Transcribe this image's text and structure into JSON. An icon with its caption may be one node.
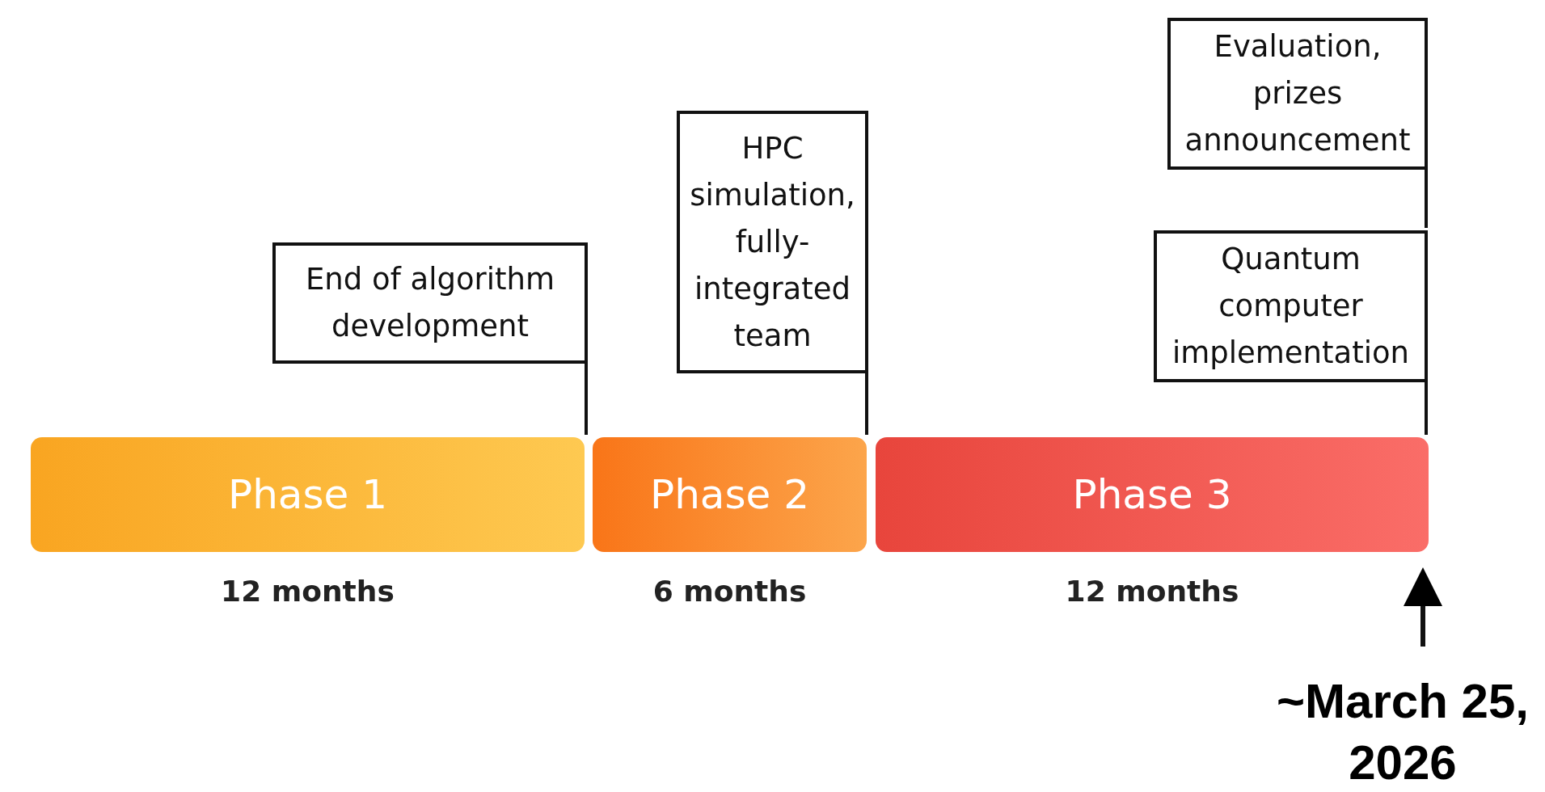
{
  "diagram": {
    "nodes": [
      {
        "text": [
          "Phase 1"
        ],
        "beside": [
          "12 months"
        ]
      },
      {
        "text": [
          "Phase 2"
        ],
        "beside": [
          "6 months"
        ]
      },
      {
        "text": [
          "Phase 3"
        ],
        "beside": [
          "12 months"
        ]
      },
      {
        "text": [
          "End of algorithm development"
        ]
      },
      {
        "text": [
          "HPC simulation, fully-integrated team"
        ]
      },
      {
        "text": [
          "Evaluation, prizes announcement"
        ]
      },
      {
        "text": [
          "Quantum computer implementation"
        ]
      },
      {
        "text": [
          "~March 25, 2026"
        ]
      }
    ],
    "edges": [
      {
        "from": 3,
        "to": 0,
        "arrow": "none"
      },
      {
        "from": 4,
        "to": 1,
        "arrow": "none"
      },
      {
        "from": 5,
        "to": 6,
        "arrow": "none"
      },
      {
        "from": 6,
        "to": 2,
        "arrow": "none"
      },
      {
        "from": 7,
        "to": 2,
        "arrow": "to"
      }
    ]
  }
}
